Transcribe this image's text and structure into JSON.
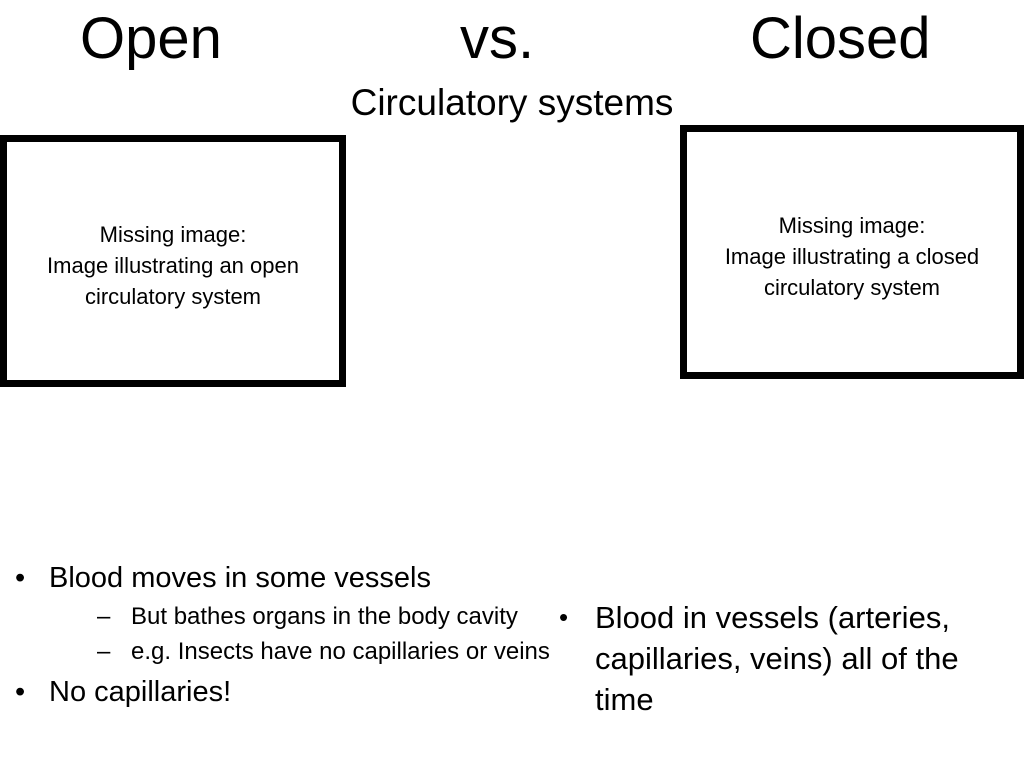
{
  "title": {
    "left": "Open",
    "middle": "vs.",
    "right": "Closed"
  },
  "subtitle": "Circulatory systems",
  "open_image": {
    "line1": "Missing image:",
    "line2": "Image illustrating an open",
    "line3": "circulatory system"
  },
  "closed_image": {
    "line1": "Missing image:",
    "line2": "Image illustrating a closed",
    "line3": "circulatory system"
  },
  "open_points": {
    "bullet_glyph": "•",
    "dash_glyph": "–",
    "item1": "Blood moves in some vessels",
    "sub1": "But bathes organs in the body cavity",
    "sub2": "e.g. Insects have no capillaries or veins",
    "item2": "No capillaries!"
  },
  "closed_points": {
    "bullet_glyph": "•",
    "item1": "Blood in vessels (arteries, capillaries, veins) all of the time"
  }
}
